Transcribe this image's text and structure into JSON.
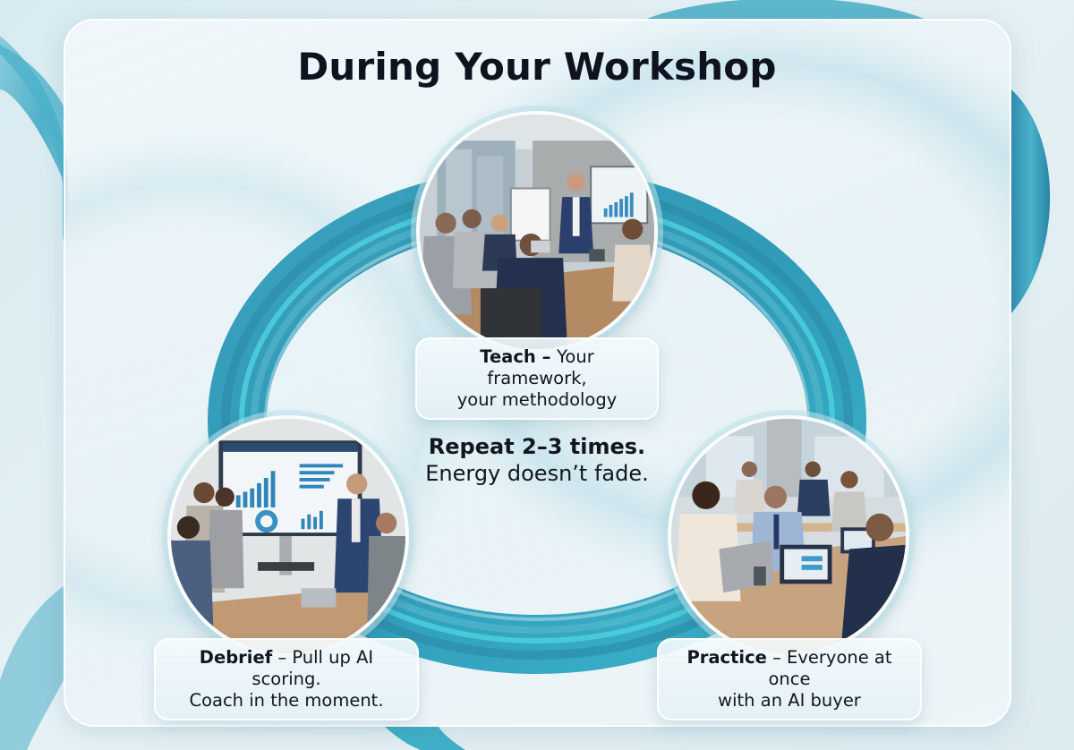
{
  "title": "During Your Workshop",
  "center": {
    "headline": "Repeat 2–3 times.",
    "subline": "Energy doesn’t fade."
  },
  "steps": [
    {
      "id": "teach",
      "name": "Teach",
      "separator": " – ",
      "line1_rest": "Your framework,",
      "line2": "your methodology",
      "photo_icon": "presenter-at-whiteboard-photo",
      "photo_description": "Presenter in navy suit pointing at flip chart and growth chart screen; team seated at conference table"
    },
    {
      "id": "debrief",
      "name": "Debrief",
      "separator": " – ",
      "line1_rest": "Pull up AI scoring.",
      "line2": "Coach in the moment.",
      "photo_icon": "dashboard-review-photo",
      "photo_description": "Coach pointing at large analytics dashboard display with bar charts and donut chart; colleagues reviewing"
    },
    {
      "id": "practice",
      "name": "Practice",
      "separator": " – ",
      "line1_rest": "Everyone at once",
      "line2": "with an AI buyer",
      "photo_icon": "laptops-practice-photo",
      "photo_description": "Room of professionals each working on laptops with chat interfaces at shared tables"
    }
  ],
  "colors": {
    "ring": "#3aa6c2",
    "ring_highlight": "#3fd6e3",
    "ring_shadow": "#2a87a3",
    "text": "#121620",
    "card_border": "#ffffff",
    "background": "#e3eff4"
  }
}
